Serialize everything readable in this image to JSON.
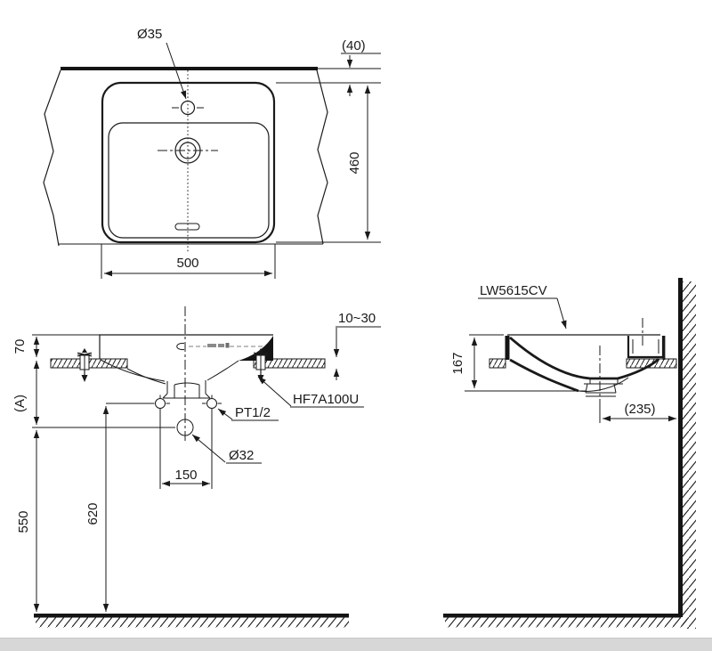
{
  "title": "Washbasin installation technical drawing",
  "colors": {
    "line": "#1a1a1a",
    "background": "#ffffff",
    "footer_bar": "#d7d7d7"
  },
  "views": {
    "plan": {
      "dims": {
        "faucet_hole": "Ø35",
        "counter_gap": "(40)",
        "depth": "460",
        "width": "500"
      }
    },
    "front_section": {
      "dims": {
        "rim_height": "70",
        "dim_a": "(A)",
        "counter_thickness": "10~30",
        "supply_spacing": "150",
        "supply_height": "620",
        "drain_height": "550"
      },
      "callouts": {
        "mounting_kit": "HF7A100U",
        "supply_connection": "PT1/2",
        "drain_hole": "Ø32"
      }
    },
    "side_section": {
      "dims": {
        "bowl_height": "167",
        "wall_offset": "(235)"
      },
      "callouts": {
        "product_code": "LW5615CV"
      }
    }
  }
}
